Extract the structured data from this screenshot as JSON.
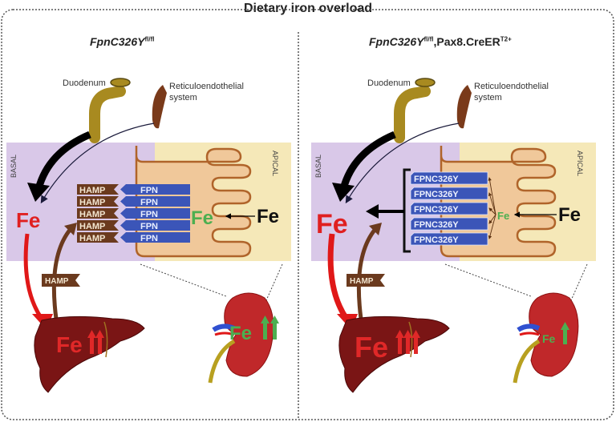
{
  "title": "Dietary iron overload",
  "colors": {
    "basal_bg": "#d9c8e8",
    "apical_bg": "#f5e8b8",
    "cell_fill": "#f0c89a",
    "cell_outline": "#b0642a",
    "fpn_blue": "#3b55b8",
    "hamp_brown": "#6b3a1e",
    "fe_red": "#e02020",
    "fe_green": "#4caf50",
    "liver": "#7a1515",
    "kidney": "#c0282a",
    "duodenum": "#a88a20",
    "re_system": "#7a3a1a"
  },
  "panels": [
    {
      "name": "control",
      "genotype_main": "FpnC326Y",
      "genotype_sup": "fl/fl",
      "genotype_suffix": "",
      "duodenum_label": "Duodenum",
      "re_label_line1": "Reticuloendothelial",
      "re_label_line2": "system",
      "basal_label": "BASAL",
      "apical_label": "APICAL",
      "serum_fe": "Fe",
      "cell_fe": "Fe",
      "lumen_fe": "Fe",
      "hamp_liver_label": "HAMP",
      "liver_fe": "Fe",
      "liver_arrows": 2,
      "kidney_fe": "Fe",
      "kidney_arrows": 2,
      "transporters": [
        {
          "hamp": "HAMP",
          "fpn": "FPN"
        },
        {
          "hamp": "HAMP",
          "fpn": "FPN"
        },
        {
          "hamp": "HAMP",
          "fpn": "FPN"
        },
        {
          "hamp": "HAMP",
          "fpn": "FPN"
        },
        {
          "hamp": "HAMP",
          "fpn": "FPN"
        }
      ]
    },
    {
      "name": "knockin",
      "genotype_main": "FpnC326Y",
      "genotype_sup": "fl/fl",
      "genotype_suffix": ",Pax8.CreER",
      "genotype_suffix_sup": "T2+",
      "duodenum_label": "Duodenum",
      "re_label_line1": "Reticuloendothelial",
      "re_label_line2": "system",
      "basal_label": "BASAL",
      "apical_label": "APICAL",
      "serum_fe": "Fe",
      "cell_fe": "Fe",
      "lumen_fe": "Fe",
      "hamp_liver_label": "HAMP",
      "liver_fe": "Fe",
      "liver_arrows": 3,
      "kidney_fe": "Fe",
      "kidney_arrows": 1,
      "transporters": [
        {
          "fpn": "FPNC326Y"
        },
        {
          "fpn": "FPNC326Y"
        },
        {
          "fpn": "FPNC326Y"
        },
        {
          "fpn": "FPNC326Y"
        },
        {
          "fpn": "FPNC326Y"
        }
      ]
    }
  ]
}
